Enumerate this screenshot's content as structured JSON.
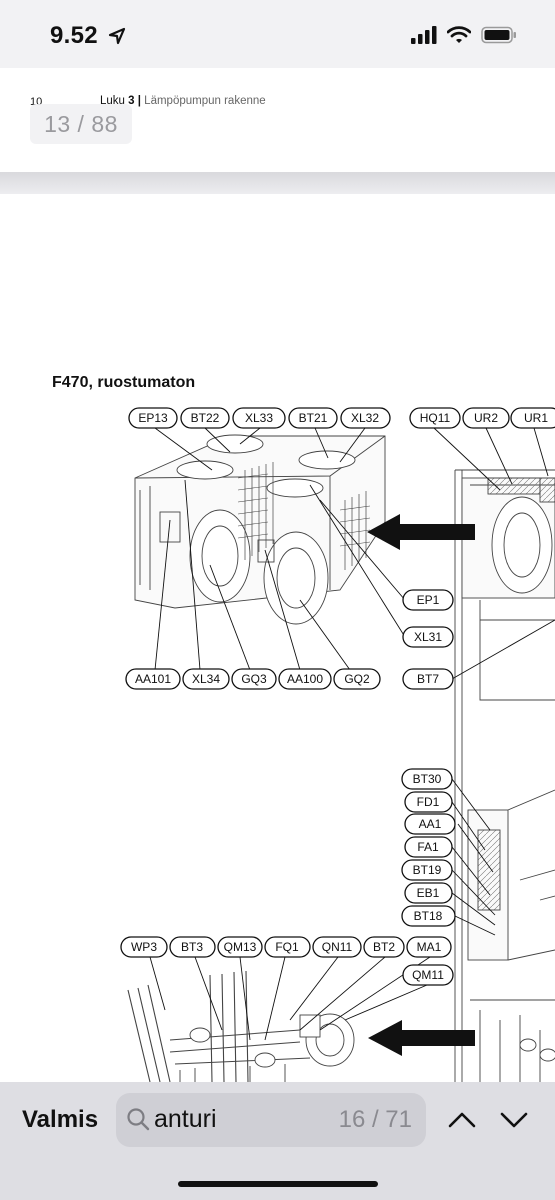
{
  "status_bar": {
    "time": "9.52"
  },
  "doc": {
    "page_number": "10",
    "chapter_prefix": "Luku",
    "chapter_number": "3",
    "chapter_separator": "|",
    "chapter_title": "Lämpöpumpun rakenne",
    "page_counter": "13 / 88",
    "section_title": "F470, ruostumaton"
  },
  "labels": {
    "ep13": "EP13",
    "bt22": "BT22",
    "xl33": "XL33",
    "bt21": "BT21",
    "xl32": "XL32",
    "hq11": "HQ11",
    "ur2": "UR2",
    "ur1": "UR1",
    "ep1": "EP1",
    "xl31": "XL31",
    "bt7": "BT7",
    "aa101": "AA101",
    "xl34": "XL34",
    "gq3": "GQ3",
    "aa100": "AA100",
    "gq2": "GQ2",
    "bt30": "BT30",
    "fd1": "FD1",
    "aa1": "AA1",
    "fa1": "FA1",
    "bt19": "BT19",
    "eb1": "EB1",
    "bt18": "BT18",
    "wp3": "WP3",
    "bt3": "BT3",
    "qm13": "QM13",
    "fq1": "FQ1",
    "qn11": "QN11",
    "bt2": "BT2",
    "ma1": "MA1",
    "qm11": "QM11"
  },
  "find_bar": {
    "done_label": "Valmis",
    "query": "anturi",
    "match_count": "16 / 71"
  }
}
